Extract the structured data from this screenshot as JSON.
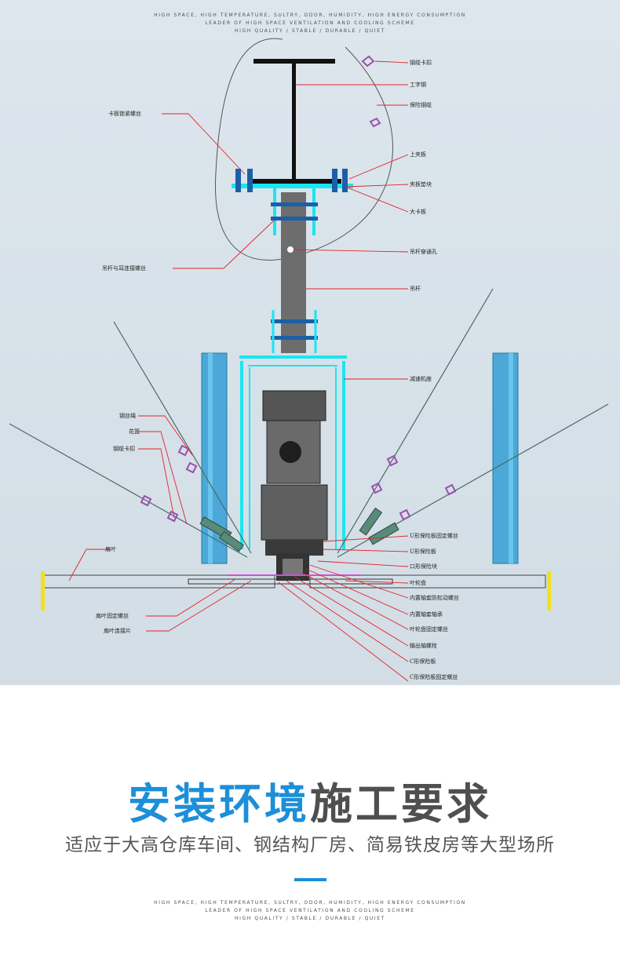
{
  "header": {
    "lines": [
      "HIGH SPACE, HIGH TEMPERATURE, SULTRY, ODOR, HUMIDITY, HIGH ENERGY CONSUMPTION",
      "LEADER OF HIGH SPACE VENTILATION AND COOLING SCHEME",
      "HIGH QUALITY / STABLE / DURABLE / QUIET"
    ]
  },
  "diagram": {
    "labels": {
      "wire_clamp_top": "钢缆卡扣",
      "i_beam": "工字钢",
      "safety_cable": "保险钢缆",
      "plate_bolt": "卡板锁紧螺丝",
      "upper_splint": "上夹板",
      "splint_pad": "夹板垫块",
      "large_plate": "大卡板",
      "hanger_hole": "吊杆穿通孔",
      "hanger_bolt": "吊杆与耳连接螺丝",
      "hanger_rod": "吊杆",
      "reducer_frame": "减速机座",
      "wire_rope": "钢丝绳",
      "flower_basket": "花篮",
      "wire_clamp": "钢缆卡扣",
      "u_pad_bolt": "U形保险板固定螺丝",
      "u_pad": "U形保险板",
      "square_pad": "口形保险块",
      "blade": "扇叶",
      "hub_plate": "叶轮盘",
      "inner_hub_bolt": "内置轴套防松动螺丝",
      "blade_fix_bolt": "扇叶固定螺丝",
      "inner_hub": "内置轴套轴承",
      "blade_connector": "扇叶连接片",
      "hub_bolt": "叶轮盘固定螺丝",
      "output_shaft_bolt": "输出轴螺栓",
      "c_pad": "C形保险板",
      "c_pad_bolt": "C形保险板固定螺丝"
    }
  },
  "main": {
    "title_blue": "安装环境",
    "title_gray": "施工要求",
    "subtitle": "适应于大高仓库车间、钢结构厂房、简易铁皮房等大型场所"
  },
  "footer": {
    "lines": [
      "HIGH SPACE, HIGH TEMPERATURE, SULTRY, ODOR, HUMIDITY, HIGH ENERGY CONSUMPTION",
      "LEADER OF HIGH SPACE VENTILATION AND COOLING SCHEME",
      "HIGH QUALITY / STABLE / DURABLE / QUIET"
    ]
  },
  "colors": {
    "accent_blue": "#1c8fd8",
    "frame_cyan": "#19e6f2",
    "leader_red": "#e0252b",
    "clamp_purple": "#9b4fb0",
    "blade_yellow": "#f0e21a"
  }
}
